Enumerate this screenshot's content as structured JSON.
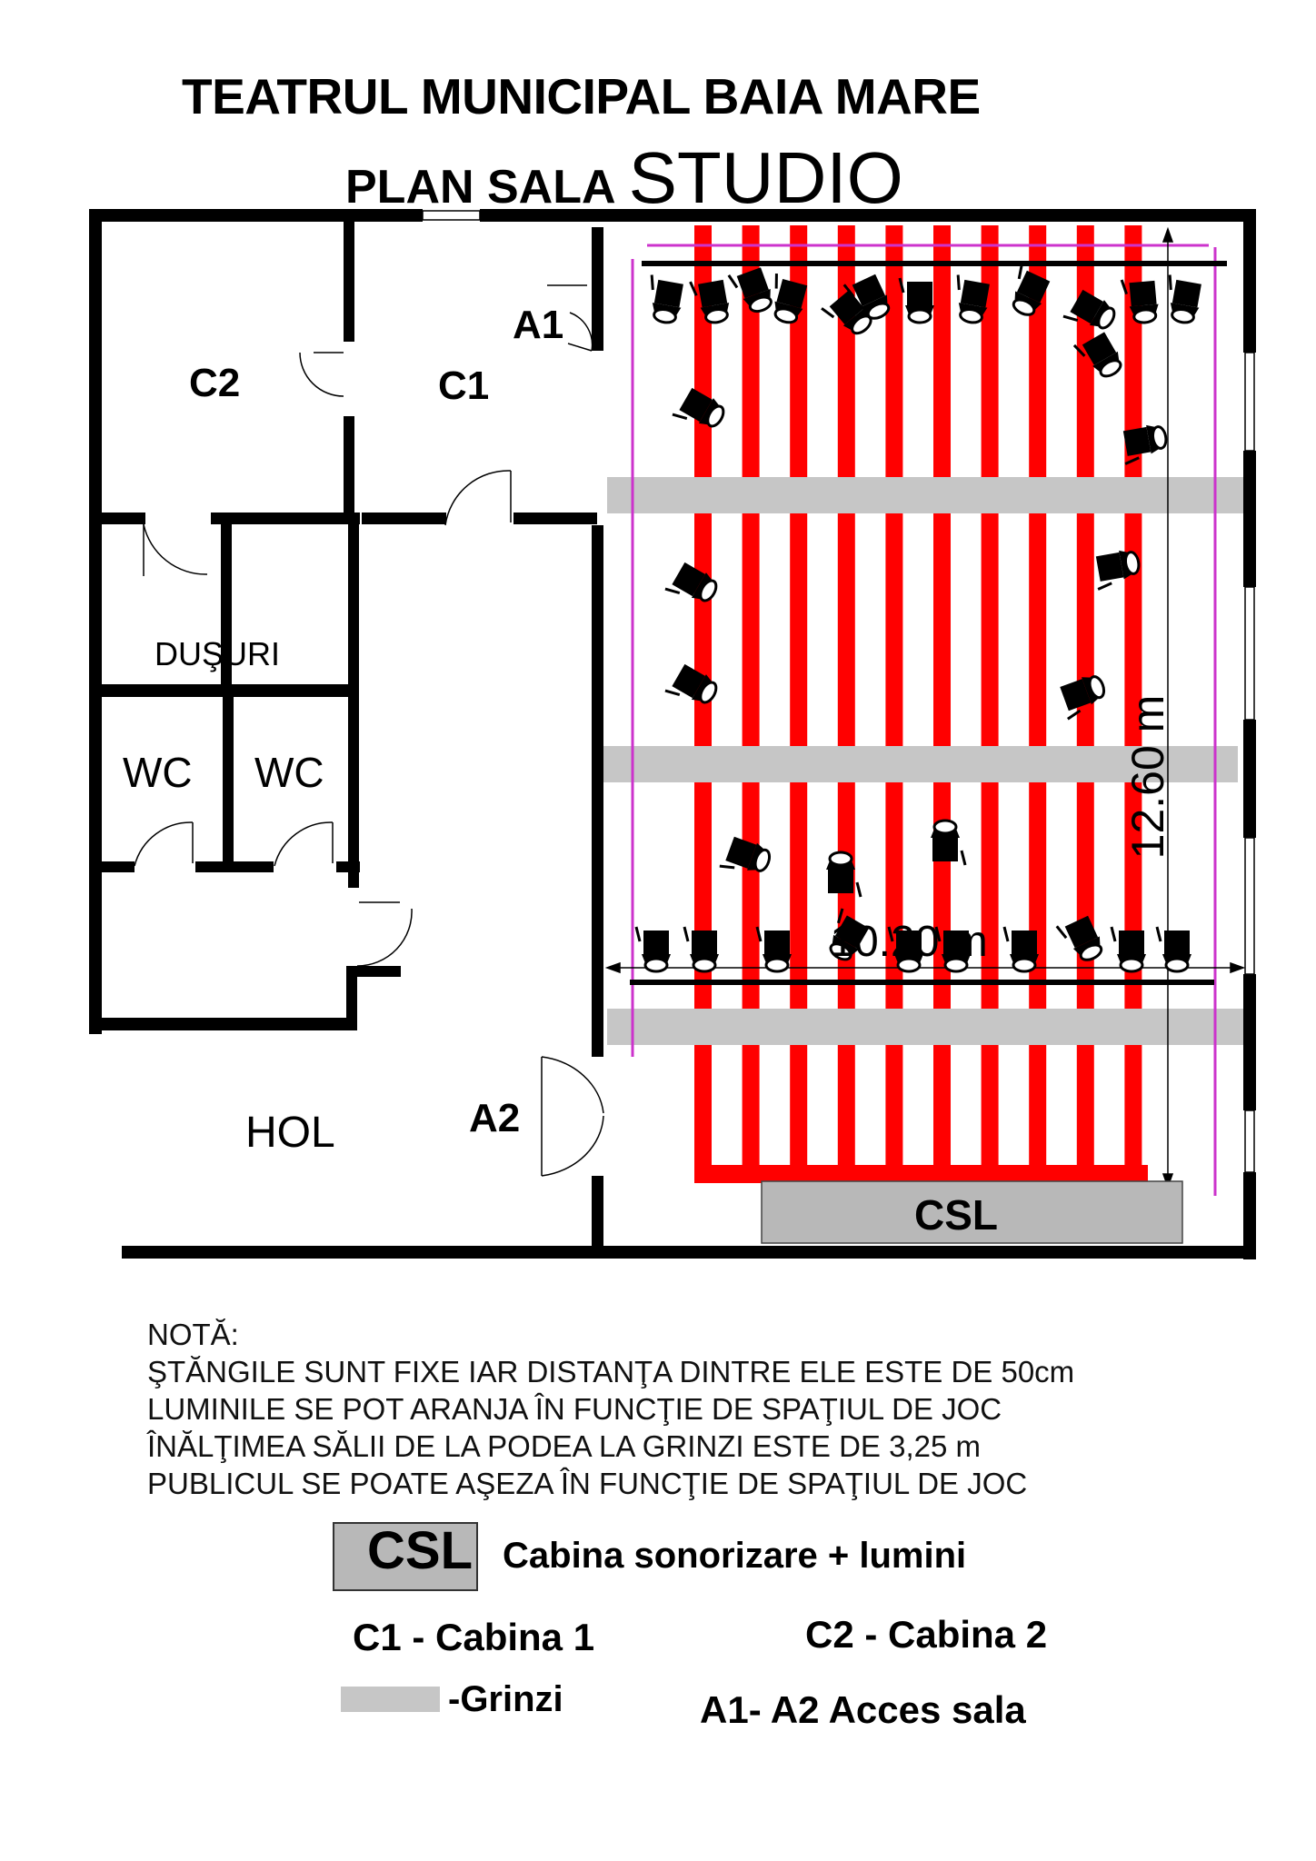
{
  "header": {
    "title_line1": "TEATRUL MUNICIPAL BAIA MARE",
    "title_line2_a": "PLAN SALA",
    "title_line2_b": "STUDIO"
  },
  "rooms": {
    "c2": "C2",
    "c1": "C1",
    "a1": "A1",
    "a2": "A2",
    "dusuri": "DUŞURI",
    "wc_left": "WC",
    "wc_right": "WC",
    "hol": "HOL",
    "csl": "CSL"
  },
  "dimensions": {
    "depth": "12.60 m",
    "width": "10.20 m"
  },
  "notes": {
    "heading": "NOTĂ:",
    "line1": "ŞTĂNGILE SUNT FIXE IAR DISTANŢA DINTRE ELE ESTE DE 50cm",
    "line2": "LUMINILE SE POT ARANJA ÎN FUNCŢIE DE SPAŢIUL DE JOC",
    "line3": "ÎNĂLŢIMEA SĂLII DE LA PODEA LA GRINZI ESTE DE 3,25 m",
    "line4": "PUBLICUL SE POATE AŞEZA  ÎN FUNCŢIE DE SPAŢIUL DE JOC"
  },
  "legend": {
    "csl_abbr": "CSL",
    "csl_desc": "Cabina sonorizare + lumini",
    "c1": "C1 - Cabina 1",
    "c2": "C2 - Cabina 2",
    "grinzi": "-Grinzi",
    "acces": "A1- A2  Acces sala"
  },
  "colors": {
    "wall": "#000000",
    "pipe": "#ff0000",
    "beam": "#c6c6c6",
    "csl": "#b8b8b8",
    "curtain": "#cc33cc"
  }
}
